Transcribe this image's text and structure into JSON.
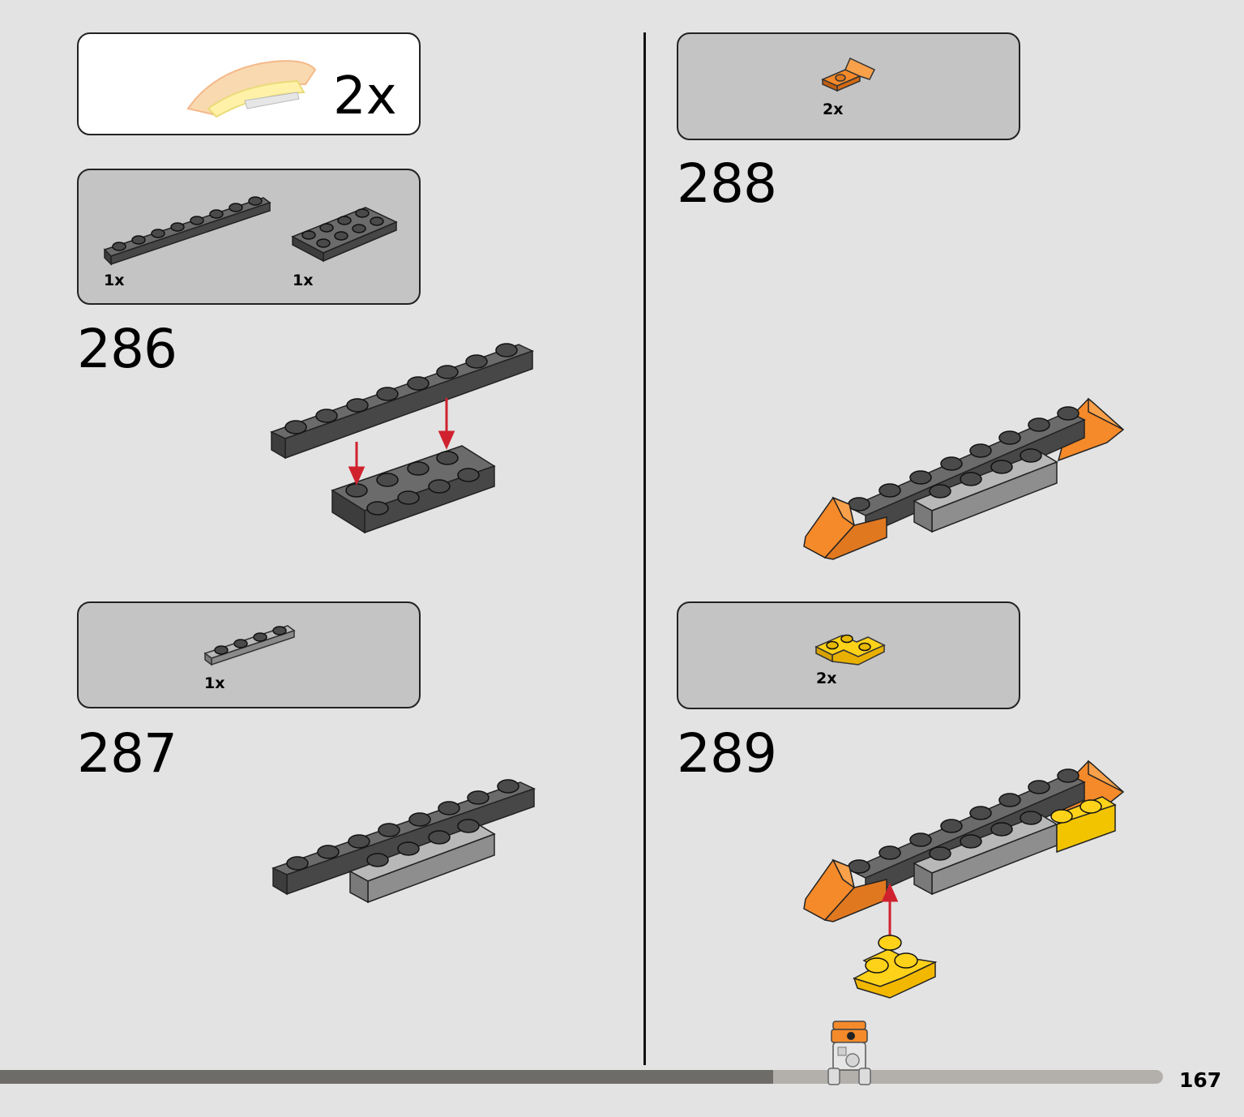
{
  "callouts": {
    "top_left": {
      "quantity": "2x"
    },
    "step286_parts": {
      "part1_qty": "1x",
      "part2_qty": "1x"
    },
    "step287_parts": {
      "part1_qty": "1x"
    },
    "step288_parts": {
      "part1_qty": "2x"
    },
    "step289_parts": {
      "part1_qty": "2x"
    }
  },
  "steps": {
    "s286": "286",
    "s287": "287",
    "s288": "288",
    "s289": "289"
  },
  "footer": {
    "page_number": "167",
    "progress": 0.665
  },
  "colors": {
    "dark_grey": "#595959",
    "light_grey": "#a8a8a8",
    "orange": "#f58a2a",
    "yellow": "#ffd21a",
    "arrow_red": "#d0222e"
  }
}
